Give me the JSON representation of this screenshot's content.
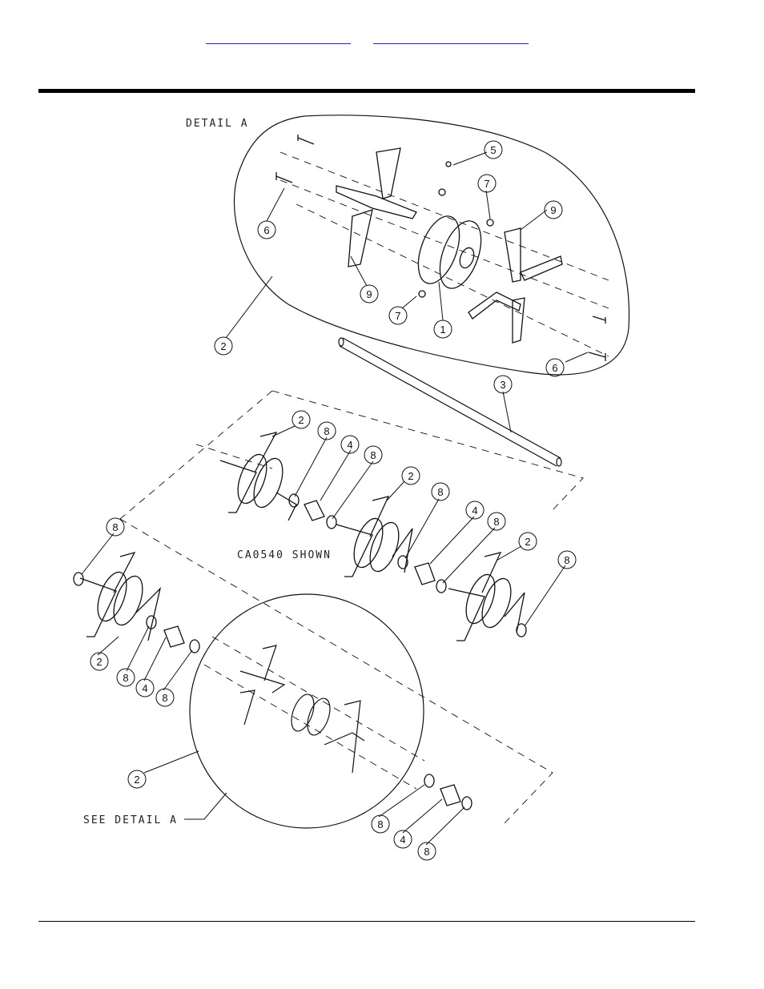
{
  "nav": {
    "link_left": "",
    "link_right": ""
  },
  "drawing": {
    "detail_title": "DETAIL A",
    "shown_note": "CA0540 SHOWN",
    "see_detail": "SEE DETAIL A",
    "callouts": {
      "c1": "1",
      "c2a": "2",
      "c2b": "2",
      "c2c": "2",
      "c2d": "2",
      "c2e": "2",
      "c2f": "2",
      "c3": "3",
      "c4a": "4",
      "c4b": "4",
      "c4c": "4",
      "c4d": "4",
      "c5": "5",
      "c6a": "6",
      "c6b": "6",
      "c7a": "7",
      "c7b": "7",
      "c8a": "8",
      "c8b": "8",
      "c8c": "8",
      "c8d": "8",
      "c8e": "8",
      "c8f": "8",
      "c8g": "8",
      "c8h": "8",
      "c8i": "8",
      "c8j": "8",
      "c9a": "9",
      "c9b": "9"
    }
  }
}
